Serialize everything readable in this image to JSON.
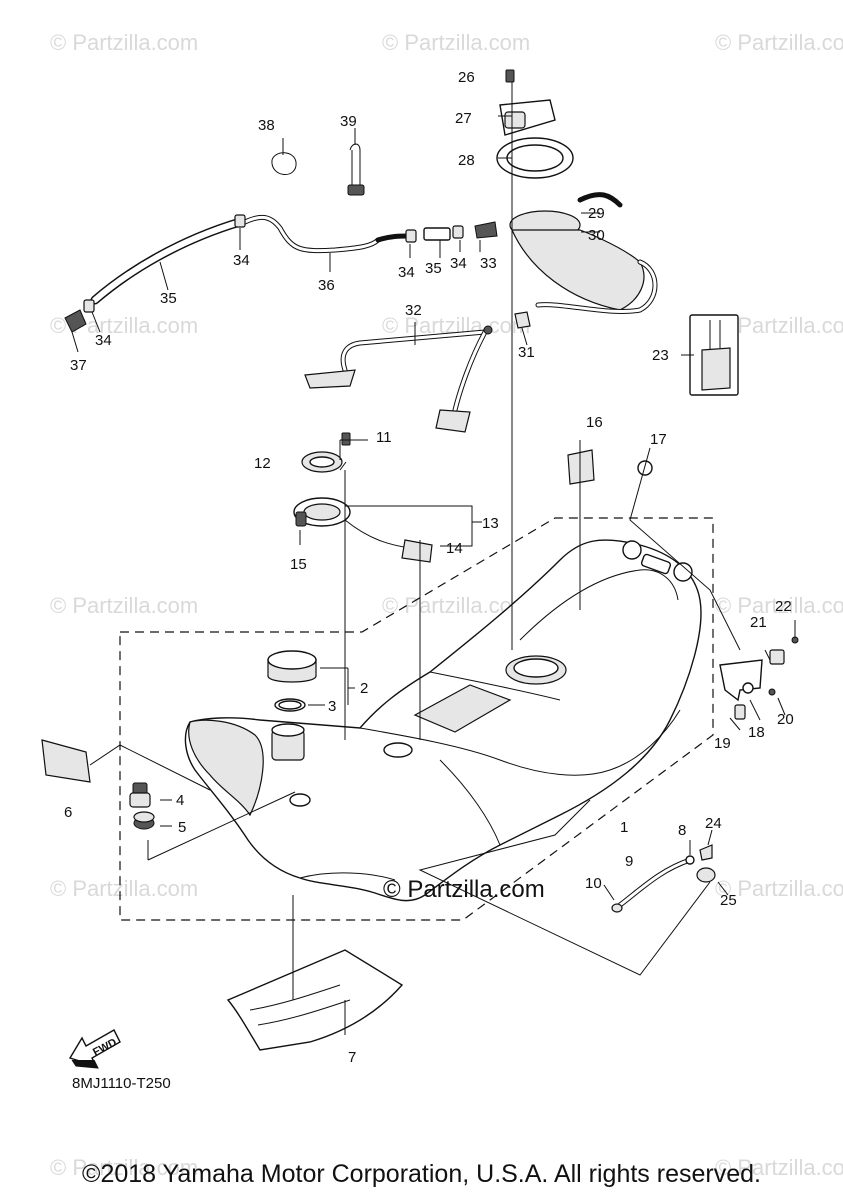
{
  "watermark": "© Partzilla.com",
  "center_watermark": "© Partzilla.com",
  "diagram_code": "8MJ1110-T250",
  "fwd_label": "FWD",
  "copyright": "©2018 Yamaha Motor Corporation, U.S.A. All rights reserved.",
  "callouts": {
    "c1": "1",
    "c2": "2",
    "c3": "3",
    "c4": "4",
    "c5": "5",
    "c6": "6",
    "c7": "7",
    "c8": "8",
    "c9": "9",
    "c10": "10",
    "c11": "11",
    "c12": "12",
    "c13": "13",
    "c14": "14",
    "c15": "15",
    "c16": "16",
    "c17": "17",
    "c18": "18",
    "c19": "19",
    "c20": "20",
    "c21": "21",
    "c22": "22",
    "c23": "23",
    "c24": "24",
    "c25": "25",
    "c26": "26",
    "c27": "27",
    "c28": "28",
    "c29": "29",
    "c30": "30",
    "c31": "31",
    "c32": "32",
    "c33": "33",
    "c34a": "34",
    "c34b": "34",
    "c34c": "34",
    "c34d": "34",
    "c35a": "35",
    "c35b": "35",
    "c36": "36",
    "c37": "37",
    "c38": "38",
    "c39": "39"
  }
}
